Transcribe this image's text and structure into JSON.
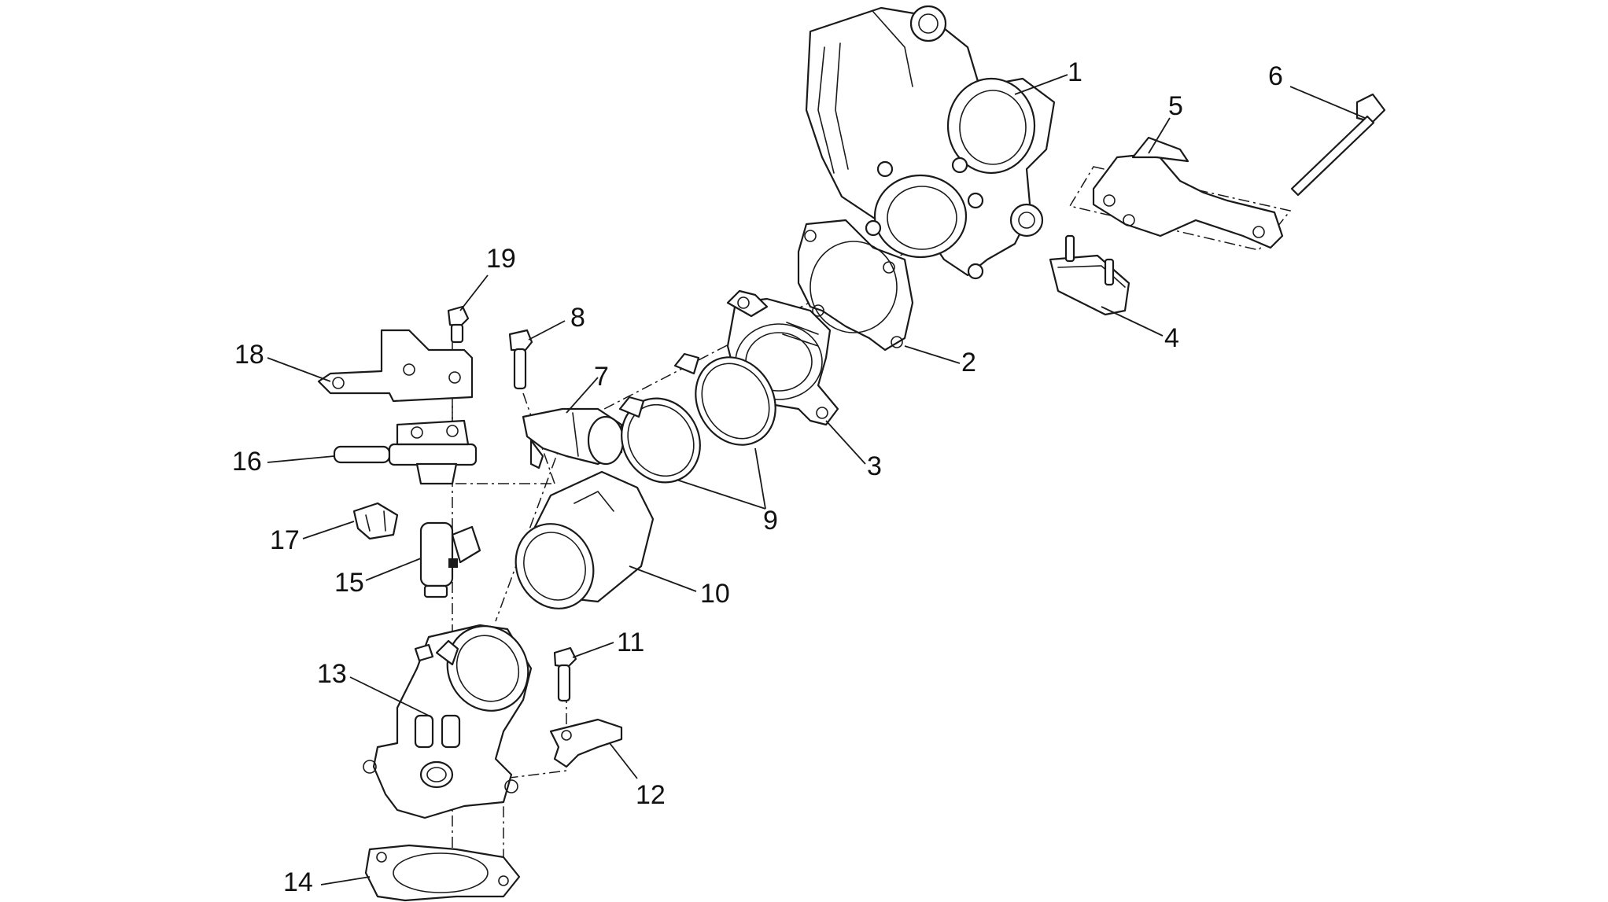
{
  "diagram": {
    "callouts": [
      {
        "id": "1",
        "label": "1"
      },
      {
        "id": "2",
        "label": "2"
      },
      {
        "id": "3",
        "label": "3"
      },
      {
        "id": "4",
        "label": "4"
      },
      {
        "id": "5",
        "label": "5"
      },
      {
        "id": "6",
        "label": "6"
      },
      {
        "id": "7",
        "label": "7"
      },
      {
        "id": "8",
        "label": "8"
      },
      {
        "id": "9",
        "label": "9"
      },
      {
        "id": "10",
        "label": "10"
      },
      {
        "id": "11",
        "label": "11"
      },
      {
        "id": "12",
        "label": "12"
      },
      {
        "id": "13",
        "label": "13"
      },
      {
        "id": "14",
        "label": "14"
      },
      {
        "id": "15",
        "label": "15"
      },
      {
        "id": "16",
        "label": "16"
      },
      {
        "id": "17",
        "label": "17"
      },
      {
        "id": "18",
        "label": "18"
      },
      {
        "id": "19",
        "label": "19"
      }
    ],
    "colors": {
      "line": "#1a1a1a",
      "background": "#ffffff"
    }
  }
}
